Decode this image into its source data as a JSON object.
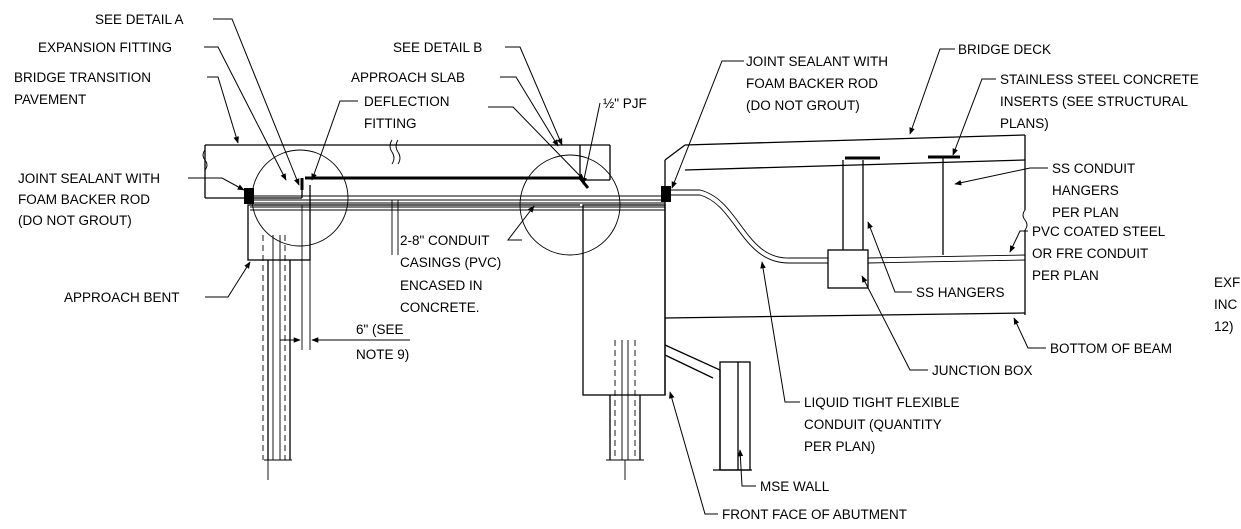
{
  "labels": {
    "see_detail_a": "SEE DETAIL A",
    "expansion_fitting": "EXPANSION FITTING",
    "bridge_transition_1": "BRIDGE TRANSITION",
    "bridge_transition_2": "PAVEMENT",
    "deflection_1": "DEFLECTION",
    "deflection_2": "FITTING",
    "joint_left_1": "JOINT SEALANT WITH",
    "joint_left_2": "FOAM BACKER ROD",
    "joint_left_3": "(DO NOT GROUT)",
    "approach_bent": "APPROACH BENT",
    "six_inch_1": "6\" (SEE",
    "six_inch_2": "NOTE 9)",
    "conduit_casings_1": "2-8\" CONDUIT",
    "conduit_casings_2": "CASINGS (PVC)",
    "conduit_casings_3": "ENCASED IN",
    "conduit_casings_4": "CONCRETE.",
    "see_detail_b": "SEE DETAIL B",
    "approach_slab": "APPROACH SLAB",
    "pjf": "½\" PJF",
    "joint_mid_1": "JOINT SEALANT WITH",
    "joint_mid_2": "FOAM BACKER ROD",
    "joint_mid_3": "(DO NOT GROUT)",
    "bridge_deck": "BRIDGE DECK",
    "ss_inserts_1": "STAINLESS STEEL CONCRETE",
    "ss_inserts_2": "INSERTS (SEE STRUCTURAL",
    "ss_inserts_3": "PLANS)",
    "ss_hangers_plan_1": "SS CONDUIT",
    "ss_hangers_plan_2": "HANGERS",
    "ss_hangers_plan_3": "PER PLAN",
    "pvc_coated_1": "PVC COATED STEEL",
    "pvc_coated_2": "OR FRE CONDUIT",
    "pvc_coated_3": "PER PLAN",
    "ss_hangers": "SS HANGERS",
    "cut_1": "EXF",
    "cut_2": "INC",
    "cut_3": "12)",
    "bottom_of_beam": "BOTTOM OF BEAM",
    "junction_box": "JUNCTION BOX",
    "liquid_tight_1": "LIQUID TIGHT FLEXIBLE",
    "liquid_tight_2": "CONDUIT (QUANTITY",
    "liquid_tight_3": "PER PLAN)",
    "mse_wall": "MSE WALL",
    "front_face": "FRONT FACE OF ABUTMENT"
  }
}
